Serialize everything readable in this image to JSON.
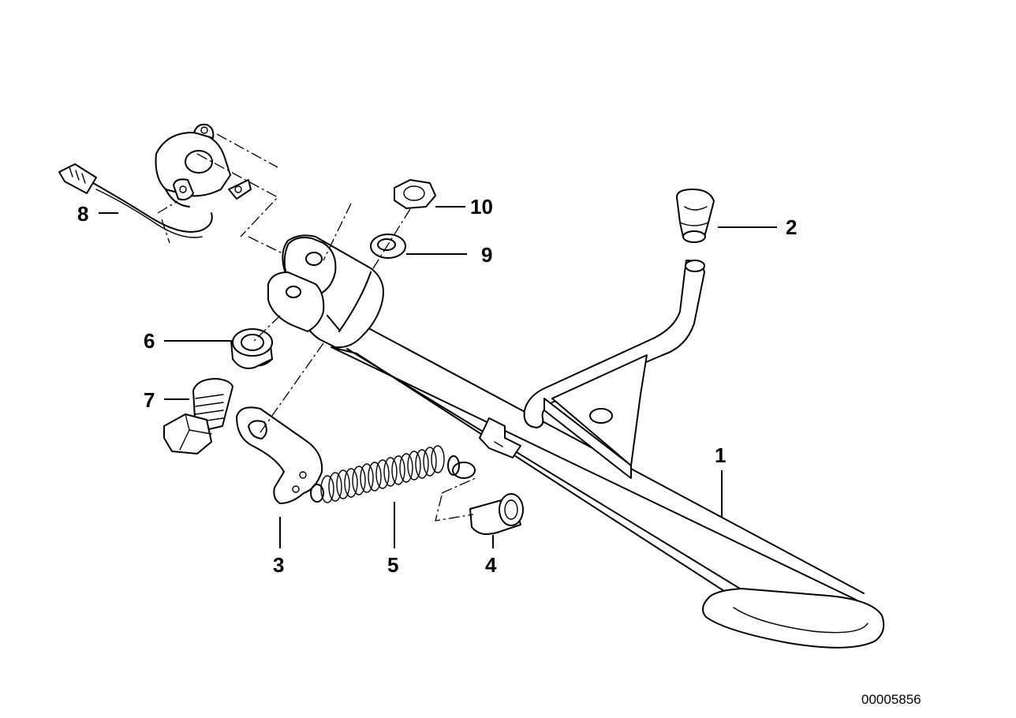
{
  "diagram": {
    "reference_number": "00005856",
    "callouts": [
      {
        "id": "1",
        "label": "1"
      },
      {
        "id": "2",
        "label": "2"
      },
      {
        "id": "3",
        "label": "3"
      },
      {
        "id": "4",
        "label": "4"
      },
      {
        "id": "5",
        "label": "5"
      },
      {
        "id": "6",
        "label": "6"
      },
      {
        "id": "7",
        "label": "7"
      },
      {
        "id": "8",
        "label": "8"
      },
      {
        "id": "9",
        "label": "9"
      },
      {
        "id": "10",
        "label": "10"
      }
    ]
  }
}
